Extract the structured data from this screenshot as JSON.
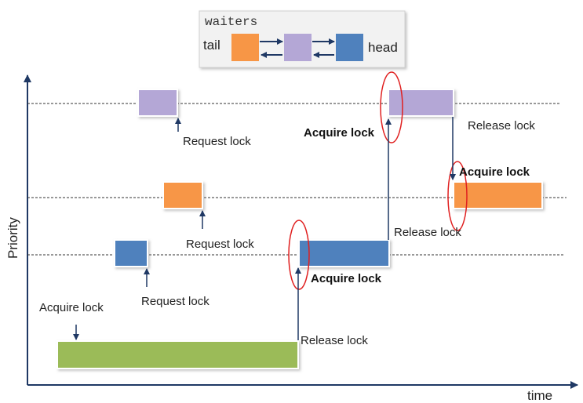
{
  "legend": {
    "title": "waiters",
    "tail_label": "tail",
    "head_label": "head"
  },
  "axes": {
    "y_label": "Priority",
    "x_label": "time"
  },
  "labels": {
    "request_lock": "Request lock",
    "acquire_lock": "Acquire lock",
    "release_lock": "Release lock"
  },
  "colors": {
    "high": "#b4a7d6",
    "mid": "#f79646",
    "low": "#4f81bd",
    "base": "#9bbb59",
    "highlight": "#e02020",
    "arrow": "#1f3864"
  }
}
